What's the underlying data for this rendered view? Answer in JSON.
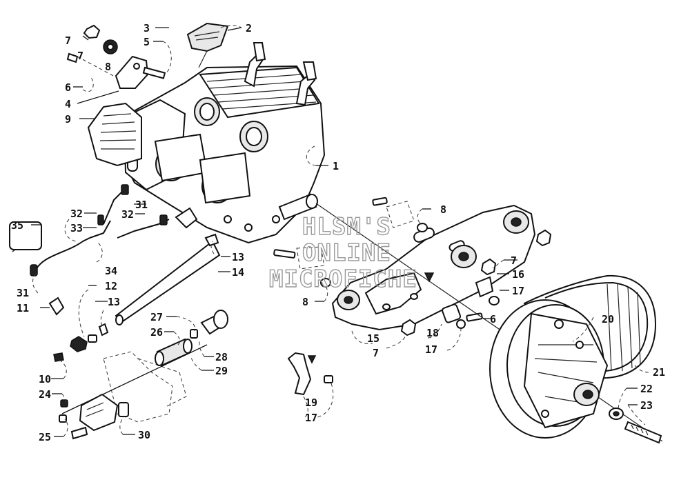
{
  "watermark": {
    "line1": "HLSM'S",
    "line2": "ONLINE",
    "line3": "MICROFICHE"
  },
  "callouts": [
    "1",
    "2",
    "3",
    "4",
    "5",
    "6",
    "6",
    "7",
    "7",
    "7",
    "7",
    "8",
    "8",
    "8",
    "9",
    "10",
    "11",
    "12",
    "13",
    "13",
    "14",
    "15",
    "16",
    "17",
    "17",
    "17",
    "18",
    "19",
    "20",
    "21",
    "22",
    "23",
    "24",
    "25",
    "26",
    "27",
    "28",
    "29",
    "30",
    "31",
    "31",
    "32",
    "32",
    "33",
    "34",
    "35"
  ]
}
